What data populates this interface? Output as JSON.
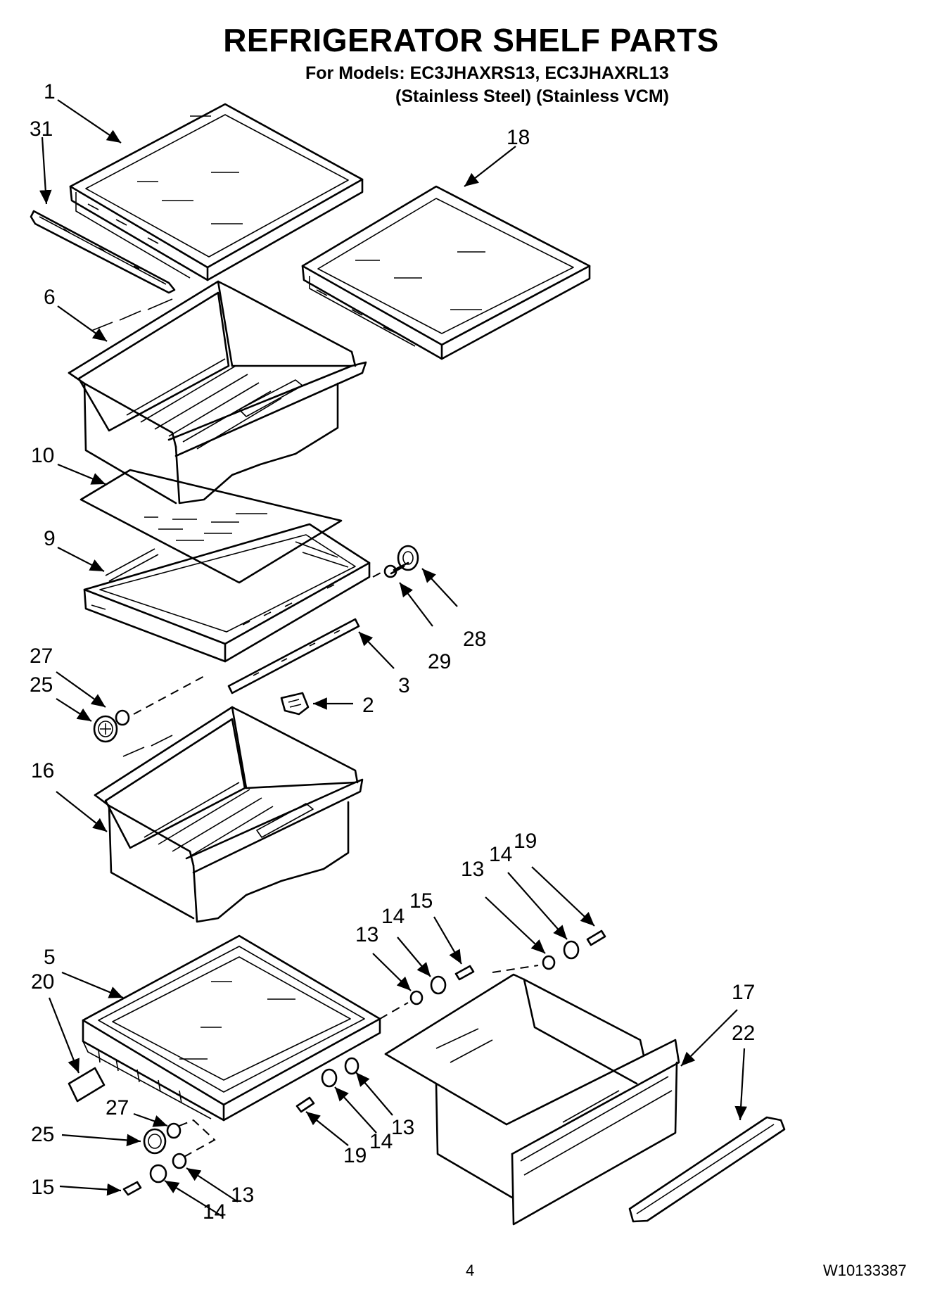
{
  "title": "REFRIGERATOR SHELF PARTS",
  "models_line": "For Models: EC3JHAXRS13, EC3JHAXRL13",
  "finish_line": "(Stainless Steel) (Stainless VCM)",
  "page_number": "4",
  "document_number": "W10133387",
  "callouts": {
    "c1": "1",
    "c31": "31",
    "c18": "18",
    "c6": "6",
    "c10": "10",
    "c9": "9",
    "c28": "28",
    "c29": "29",
    "c3": "3",
    "c27a": "27",
    "c25a": "25",
    "c2": "2",
    "c16": "16",
    "c19a": "19",
    "c14a": "14",
    "c13a": "13",
    "c15a": "15",
    "c14b": "14",
    "c13b": "13",
    "c5": "5",
    "c17": "17",
    "c20": "20",
    "c22": "22",
    "c27b": "27",
    "c25b": "25",
    "c13c": "13",
    "c14c": "14",
    "c19b": "19",
    "c15b": "15",
    "c13d": "13",
    "c14d": "14"
  }
}
